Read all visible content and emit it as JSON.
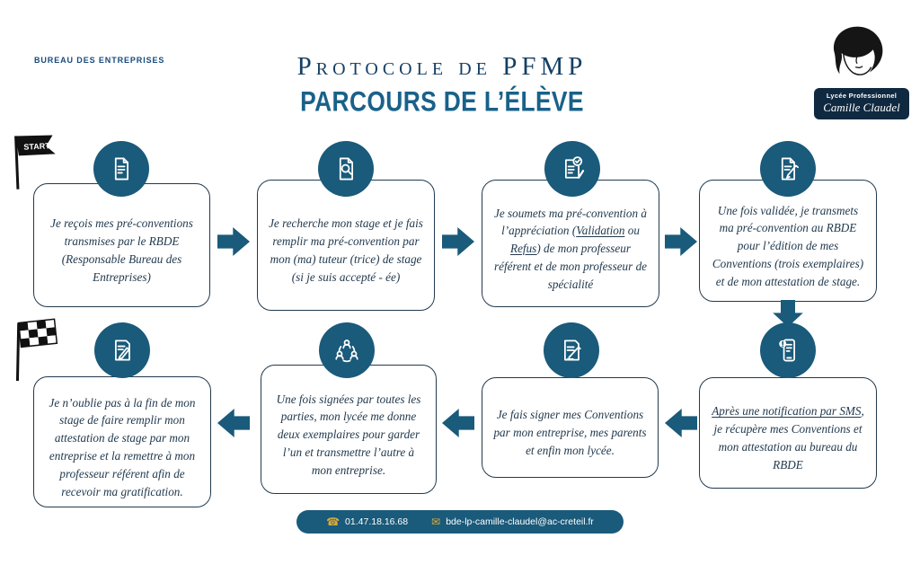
{
  "header": {
    "bureau_label": "BUREAU DES ENTREPRISES",
    "title": "Protocole de PFMP",
    "subtitle": "PARCOURS DE L’ÉLÈVE",
    "logo": {
      "school_type": "Lycée Professionnel",
      "school_name": "Camille Claudel"
    }
  },
  "flags": {
    "start_label": "START"
  },
  "steps": [
    {
      "name": "step-1",
      "icon": "document-icon",
      "segments": [
        {
          "text": "Je reçois mes pré-conventions transmises par le RBDE (Responsable Bureau des Entreprises)"
        }
      ]
    },
    {
      "name": "step-2",
      "icon": "search-document-icon",
      "segments": [
        {
          "text": "Je recherche mon stage et je fais remplir ma pré-convention par mon (ma) tuteur (trice) de stage (si je suis accepté - ée)"
        }
      ]
    },
    {
      "name": "step-3",
      "icon": "validation-checklist-icon",
      "segments": [
        {
          "text": "Je soumets ma pré-convention à l’appréciation ("
        },
        {
          "text": "Validation",
          "underline": true
        },
        {
          "text": " ou "
        },
        {
          "text": "Refus",
          "underline": true
        },
        {
          "text": ") de mon professeur référent et de mon professeur de spécialité"
        }
      ]
    },
    {
      "name": "step-4",
      "icon": "edit-document-icon",
      "segments": [
        {
          "text": "Une fois validée, je transmets ma pré-convention au RBDE pour l’édition de mes Conventions (trois exemplaires) et de mon attestation de stage."
        }
      ]
    },
    {
      "name": "step-5",
      "icon": "sms-notification-icon",
      "segments": [
        {
          "text": "Après une notification par SMS",
          "underline": true
        },
        {
          "text": ", je récupère mes Conventions et mon attestation au bureau du RBDE"
        }
      ]
    },
    {
      "name": "step-6",
      "icon": "sign-document-icon",
      "segments": [
        {
          "text": "Je fais signer mes Conventions par mon entreprise, mes parents et enfin mon lycée."
        }
      ]
    },
    {
      "name": "step-7",
      "icon": "exchange-people-icon",
      "segments": [
        {
          "text": "Une fois signées par toutes les parties, mon lycée me donne deux exemplaires pour garder l’un et transmettre l’autre à mon entreprise."
        }
      ]
    },
    {
      "name": "step-8",
      "icon": "signature-pen-icon",
      "segments": [
        {
          "text": "Je n’oublie pas à la fin de mon stage de faire remplir mon attestation de stage par mon entreprise et la remettre à mon professeur référent afin de recevoir ma gratification."
        }
      ]
    }
  ],
  "footer": {
    "phone": "01.47.18.16.68",
    "email": "bde-lp-camille-claudel@ac-creteil.fr"
  },
  "colors": {
    "primary": "#1A5A7A",
    "title_navy": "#153F63",
    "subtitle_blue": "#19618A",
    "badge_navy": "#0F2940",
    "gold": "#D8AC3F",
    "box_border": "#223A4E",
    "box_text": "#223A4E"
  }
}
